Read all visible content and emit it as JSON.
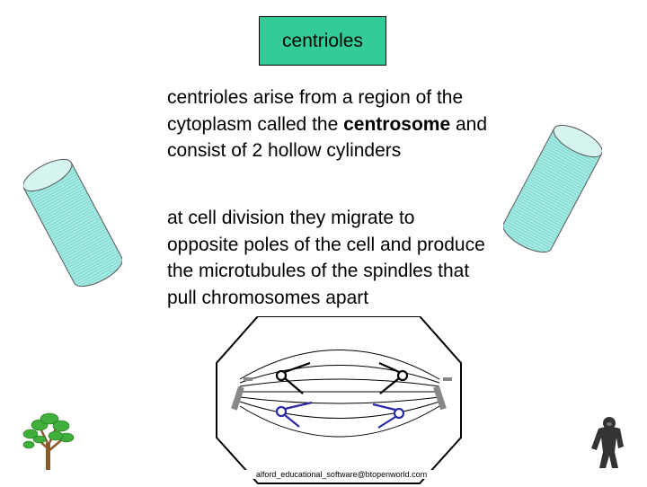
{
  "title": "centrioles",
  "paragraph1": {
    "part1": "centrioles arise from a region of the cytoplasm called the ",
    "bold": "centrosome",
    "part2": " and consist of 2 hollow cylinders"
  },
  "paragraph2": "at cell division they migrate to opposite poles of the cell and produce the microtubules of the spindles that pull chromosomes apart",
  "footer": "alford_educational_software@btopenworld.com",
  "colors": {
    "title_box": "#33cc99",
    "cylinder": "#99e6e0",
    "chromosome_black": "#000000",
    "chromosome_blue": "#2a2aa8",
    "centriole_grey": "#888888"
  },
  "icons": [
    "cylinder-left-icon",
    "cylinder-right-icon",
    "spindle-diagram",
    "tree-icon",
    "gorilla-icon"
  ]
}
